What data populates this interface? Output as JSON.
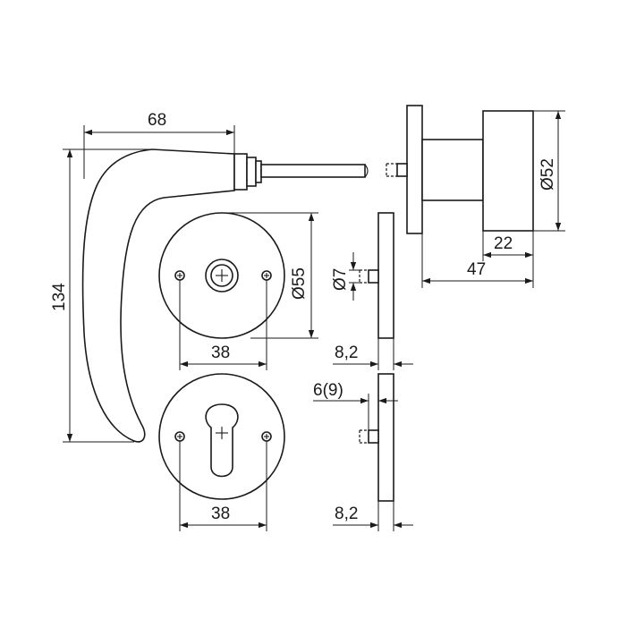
{
  "dimensions": {
    "handle_width": "68",
    "handle_height": "134",
    "rose_diameter": "Ø55",
    "rose_screw_spacing": "38",
    "escutcheon_screw_spacing": "38",
    "rose_thickness": "8,2",
    "escutcheon_thickness": "8,2",
    "pin_diameter": "Ø7",
    "pin_offset": "6(9)",
    "knob_diameter": "Ø52",
    "knob_length": "22",
    "knob_total_length": "47"
  }
}
